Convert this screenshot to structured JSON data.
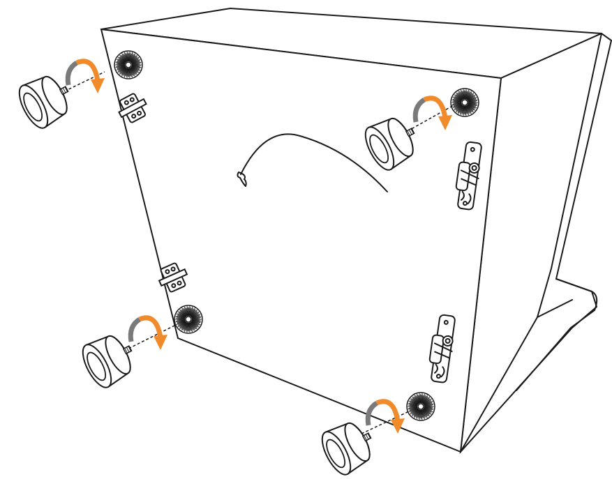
{
  "figure": {
    "subject": "cabinet-underside-foot-installation",
    "icons": [
      "cabinet",
      "felt-pad",
      "screw-in-foot",
      "rotation-arrow",
      "hinge-plate",
      "latch-mechanism",
      "cable"
    ],
    "colors": {
      "line": "#1a1a1a",
      "background": "#ffffff",
      "arrow_orange": "#f08a2a",
      "arrow_grey": "#7a7a7a"
    },
    "counts": {
      "feet": 4,
      "felt_pads": 4,
      "hinges": 2,
      "latches": 2
    }
  }
}
